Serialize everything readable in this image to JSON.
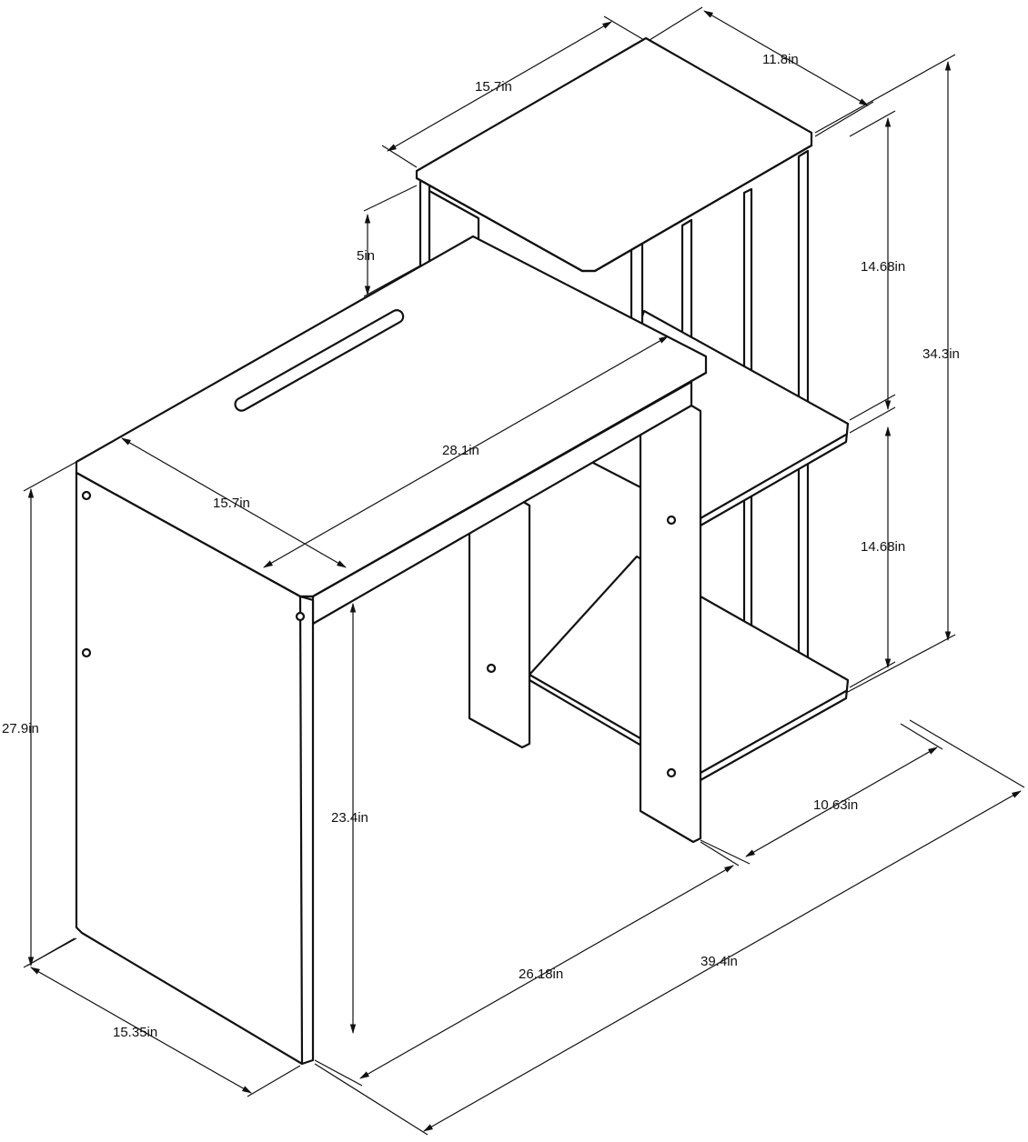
{
  "dimensions": {
    "top_shelf_width": "15.7in",
    "top_shelf_depth": "11.8in",
    "riser_height": "5in",
    "upper_gap": "14.68in",
    "lower_gap": "14.68in",
    "total_height": "34.3in",
    "desk_length": "28.1in",
    "desk_depth": "15.7in",
    "desk_height": "27.9in",
    "knee_height": "23.4in",
    "side_shelf_depth": "10.63in",
    "base_depth": "15.35in",
    "base_span": "26.18in",
    "total_length": "39.4in"
  }
}
